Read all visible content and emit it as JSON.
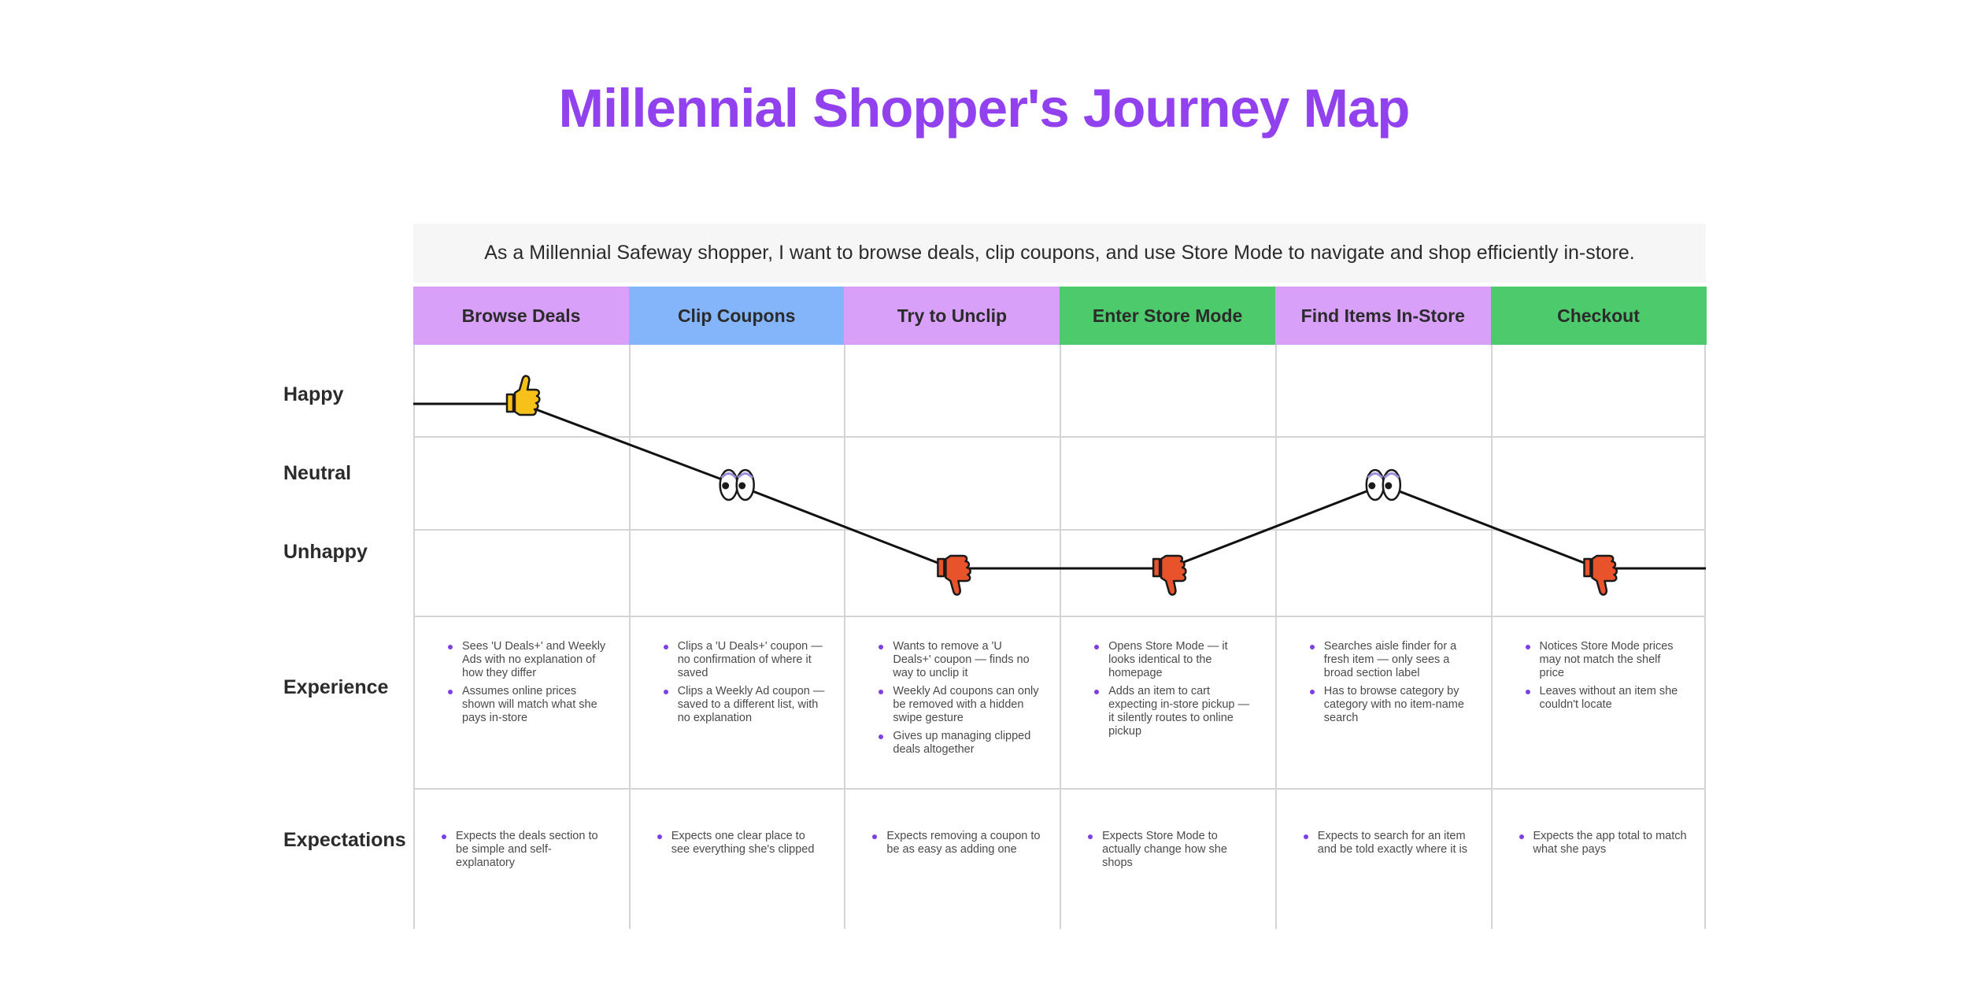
{
  "title": "Millennial Shopper's Journey Map",
  "statement": "As a Millennial Safeway shopper, I want to browse deals, clip coupons, and use Store Mode to navigate and shop efficiently in-store.",
  "row_labels": {
    "happy": "Happy",
    "neutral": "Neutral",
    "unhappy": "Unhappy",
    "experience": "Experience",
    "expectations": "Expectations"
  },
  "stages": [
    {
      "name": "Browse Deals",
      "color": "#d9a0f9",
      "emotion": "happy",
      "icon": "thumbs-up-icon",
      "experience": [
        "Sees 'U Deals+' and Weekly Ads with no explanation of how they differ",
        "Assumes online prices shown will match what she pays in-store"
      ],
      "expectations": [
        "Expects the deals section to be simple and self-explanatory"
      ]
    },
    {
      "name": "Clip Coupons",
      "color": "#84b5fb",
      "emotion": "neutral",
      "icon": "eyes-icon",
      "experience": [
        "Clips a 'U Deals+' coupon — no confirmation of where it saved",
        "Clips a Weekly Ad coupon — saved to a different list, with no explanation"
      ],
      "expectations": [
        "Expects one clear place to see everything she's clipped"
      ]
    },
    {
      "name": "Try to Unclip",
      "color": "#d9a0f9",
      "emotion": "unhappy",
      "icon": "thumbs-down-icon",
      "experience": [
        "Wants to remove a 'U Deals+' coupon — finds no way to unclip it",
        "Weekly Ad coupons can only be removed with a hidden swipe gesture",
        "Gives up managing clipped deals altogether"
      ],
      "expectations": [
        "Expects removing a coupon to be as easy as adding one"
      ]
    },
    {
      "name": "Enter Store Mode",
      "color": "#4cca6c",
      "emotion": "unhappy",
      "icon": "thumbs-down-icon",
      "experience": [
        "Opens Store Mode — it looks identical to the homepage",
        "Adds an item to cart expecting in-store pickup — it silently routes to online pickup"
      ],
      "expectations": [
        "Expects Store Mode to actually change how she shops"
      ]
    },
    {
      "name": "Find Items In-Store",
      "color": "#d9a0f9",
      "emotion": "neutral",
      "icon": "eyes-icon",
      "experience": [
        "Searches aisle finder for a fresh item — only sees a broad section label",
        "Has to browse category by category with no item-name search"
      ],
      "expectations": [
        "Expects to search for an item and be told exactly where it is"
      ]
    },
    {
      "name": "Checkout",
      "color": "#4cca6c",
      "emotion": "unhappy",
      "icon": "thumbs-down-icon",
      "experience": [
        "Notices Store Mode prices may not match the shelf price",
        "Leaves without an item she couldn't locate"
      ],
      "expectations": [
        "Expects the app total to match what she pays"
      ]
    }
  ],
  "colors": {
    "title": "#9241ef",
    "bullet": "#7b3fe4",
    "thumbs_up": "#f6c21a",
    "thumbs_down": "#e8532b"
  }
}
